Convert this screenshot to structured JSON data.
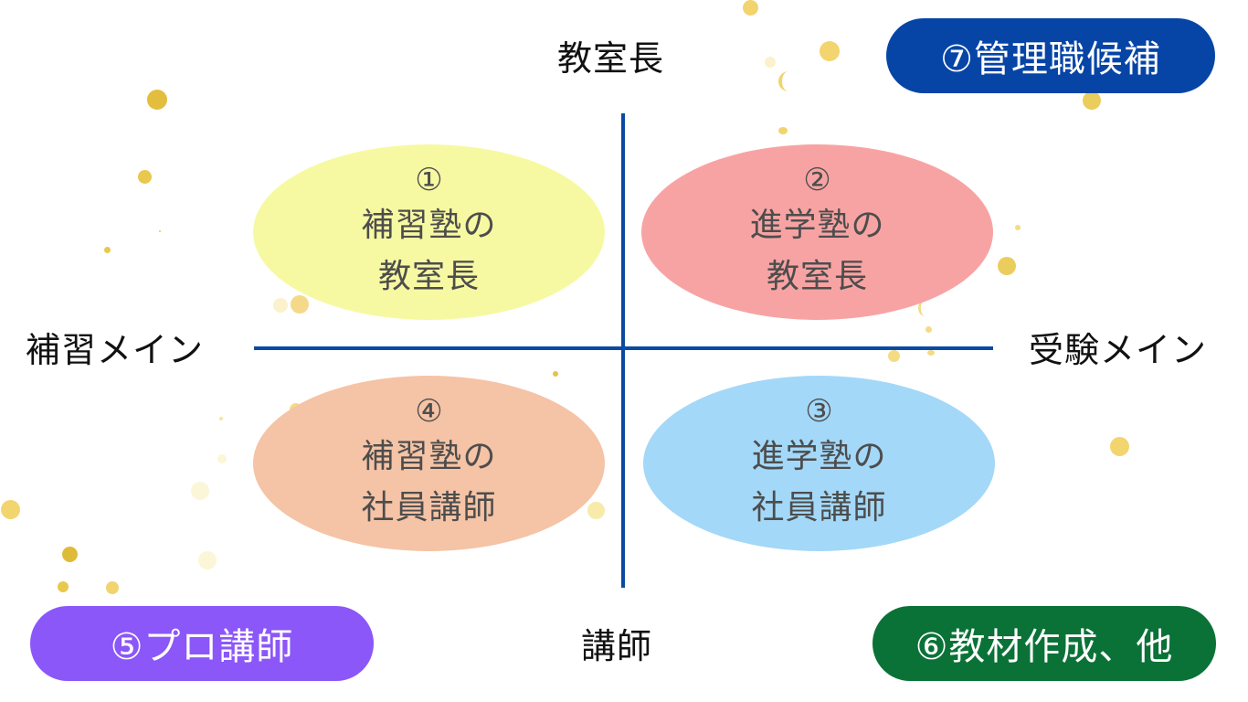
{
  "axes": {
    "top_label": "教室長",
    "bottom_label": "講師",
    "left_label": "補習メイン",
    "right_label": "受験メイン",
    "line_color": "#0b4aa2"
  },
  "quadrants": [
    {
      "number": "①",
      "line1": "補習塾の",
      "line2": "教室長",
      "color": "#f7f9a2",
      "position": "top-left"
    },
    {
      "number": "②",
      "line1": "進学塾の",
      "line2": "教室長",
      "color": "#f8a3a3",
      "position": "top-right"
    },
    {
      "number": "③",
      "line1": "進学塾の",
      "line2": "社員講師",
      "color": "#a3d8f8",
      "position": "bottom-right"
    },
    {
      "number": "④",
      "line1": "補習塾の",
      "line2": "社員講師",
      "color": "#f5c3a5",
      "position": "bottom-left"
    }
  ],
  "badges": [
    {
      "label": "⑦管理職候補",
      "color": "#0645a6",
      "position": "top-right"
    },
    {
      "label": "⑤プロ講師",
      "color": "#8b57f8",
      "position": "bottom-left"
    },
    {
      "label": "⑥教材作成、他",
      "color": "#0a7237",
      "position": "bottom-right"
    }
  ],
  "decoration": {
    "dot_color": "#e9c84e",
    "dot_light_color": "#fbf3c8"
  }
}
